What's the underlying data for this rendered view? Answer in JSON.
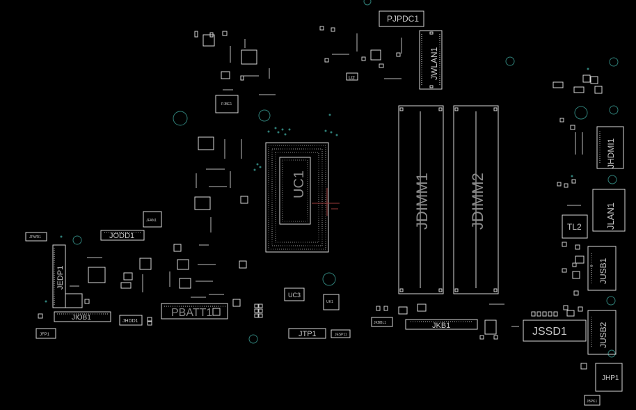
{
  "colors": {
    "background": "#000000",
    "outline": "#d8d8d8",
    "dim_text": "#8a8a8a",
    "via_teal": "#2f7f78",
    "cursor": "#9b3a3a"
  },
  "labels": {
    "pjpdc1": "PJPDC1",
    "jwlan1": "JWLAN1",
    "u2": "U2",
    "pjbe1": "PJBE1",
    "uc1": "UC1",
    "jdimm1": "JDIMM1",
    "jdimm2": "JDIMM2",
    "jhdmi1": "JHDMI1",
    "jlan1": "JLAN1",
    "tl2": "TL2",
    "jusb1": "JUSB1",
    "jusb2": "JUSB2",
    "jssd1": "JSSD1",
    "jhp1": "JHP1",
    "jbpk1": "JBPK1",
    "jkb1": "JKB1",
    "jkbbl1": "JKBBL1",
    "jtp1": "JTP1",
    "jesp11": "JESP11",
    "uc3": "UC3",
    "uk1": "UK1",
    "pbatt1": "PBATT1",
    "jhdd1": "JHDD1",
    "jiob1": "JIOB1",
    "jedp1": "JEDP1",
    "jodd1": "JODD1",
    "jpwr1": "JPWR1",
    "jfan1": "JFAN1",
    "jfp1": "JFP1"
  }
}
